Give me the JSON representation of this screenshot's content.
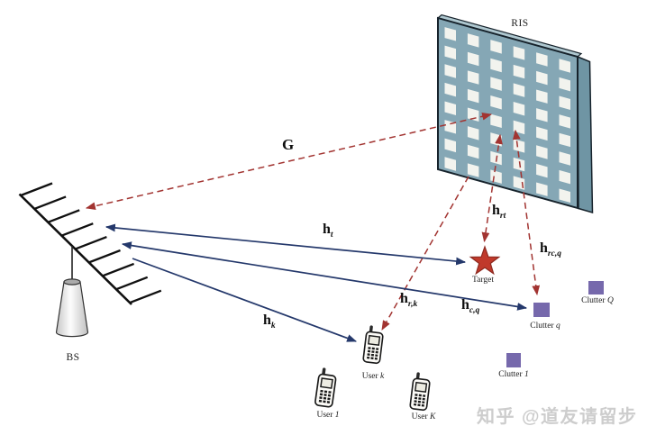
{
  "figure": {
    "watermark": "知乎 @道友请留步"
  },
  "nodes": {
    "bs": {
      "label": "BS",
      "antenna_elements": 9
    },
    "ris": {
      "label": "RIS",
      "grid_rows": 8,
      "grid_cols": 6
    },
    "target": {
      "label": "Target"
    },
    "users": [
      {
        "prefix": "User",
        "var": "1"
      },
      {
        "prefix": "User",
        "var": "k"
      },
      {
        "prefix": "User",
        "var": "K"
      }
    ],
    "clutters": [
      {
        "prefix": "Clutter",
        "var": "1"
      },
      {
        "prefix": "Clutter",
        "var": "q"
      },
      {
        "prefix": "Clutter",
        "var": "Q"
      }
    ]
  },
  "channels": {
    "G": {
      "main": "G",
      "sub": ""
    },
    "h_t": {
      "main": "h",
      "sub": "t"
    },
    "h_rt": {
      "main": "h",
      "sub": "rt"
    },
    "h_rc_q": {
      "main": "h",
      "sub": "rc,q"
    },
    "h_r_k": {
      "main": "h",
      "sub": "r,k"
    },
    "h_c_q": {
      "main": "h",
      "sub": "c,q"
    },
    "h_k": {
      "main": "h",
      "sub": "k"
    }
  },
  "colors": {
    "arrow_blue": "#24386B",
    "arrow_red": "#A23431",
    "star_red": "#C0392B",
    "star_edge": "#8E2A20",
    "ris_panel": "#85A7B5",
    "ris_panel_side": "#6F95A4",
    "ris_panel_top": "#AEC7CF",
    "ris_cell": "#F2F3EE",
    "clutter_purple": "#7669AC",
    "watermark_gray": "#CDCDCD"
  }
}
